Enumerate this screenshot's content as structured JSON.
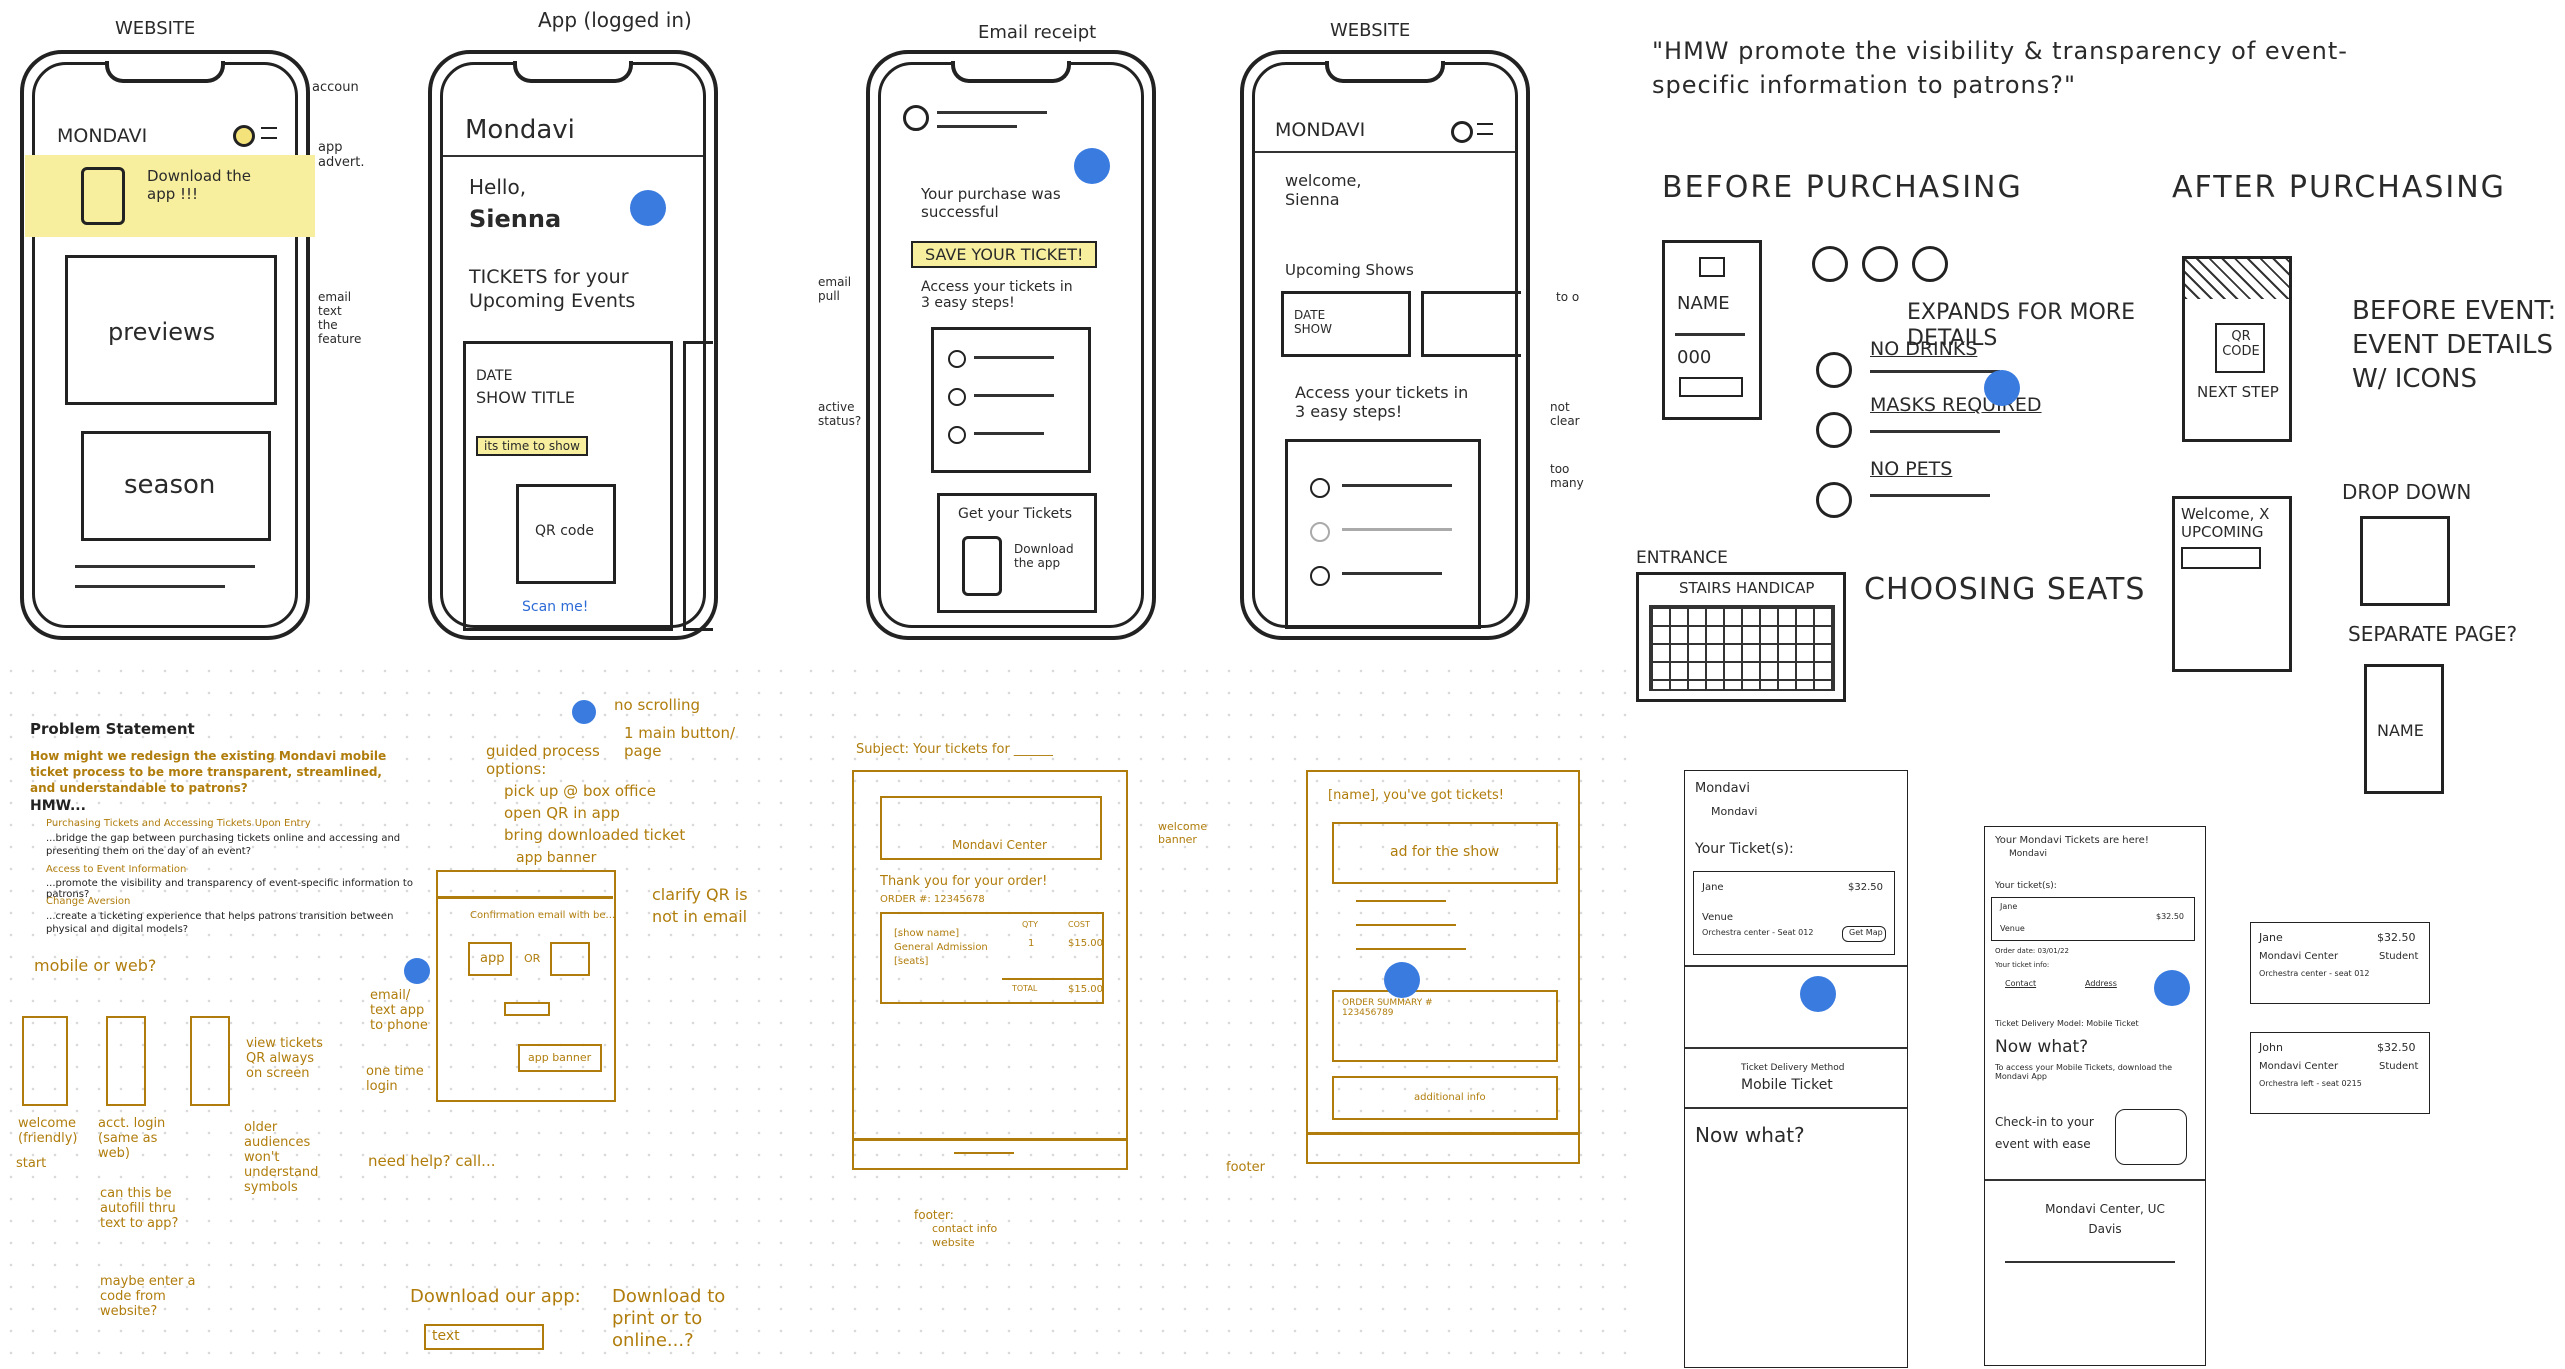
{
  "sketch1": {
    "labels": {
      "website_1": "WEBSITE",
      "app_logged_in": "App (logged in)",
      "email_receipt": "Email receipt",
      "website_2": "WEBSITE"
    },
    "phone1": {
      "logo": "MONDAVI",
      "note_account": "accoun",
      "banner": "Download the app !!!",
      "note_banner": "app advert.",
      "card1": "previews",
      "note_email": "email text the feature",
      "card2": "season"
    },
    "phone2": {
      "logo": "Mondavi",
      "greeting": "Hello,",
      "name": "Sienna",
      "heading": "TICKETS for your Upcoming Events",
      "ticket_date": "DATE",
      "ticket_title": "SHOW TITLE",
      "ticket_tag": "its time to show",
      "qr": "QR code",
      "bottom": "Scan me!"
    },
    "phone3": {
      "message": "Your purchase was successful",
      "highlight": "SAVE YOUR TICKET!",
      "steps": "Access your tickets in 3 easy steps!",
      "note_left": "email pull",
      "note_left2": "active status?",
      "get": "Get your Tickets",
      "download": "Download the app"
    },
    "phone4": {
      "logo": "MONDAVI",
      "welcome": "welcome, Sienna",
      "upcoming": "Upcoming Shows",
      "show_label": "DATE SHOW",
      "steps": "Access your tickets in 3 easy steps!",
      "note_right": "not clear",
      "note_right2": "too many",
      "note_to": "to o"
    }
  },
  "sketch2": {
    "question": "\"HMW promote the visibility & transparency of event-specific information to patrons?\"",
    "before": "BEFORE PURCHASING",
    "after": "AFTER PURCHASING",
    "name_label": "NAME",
    "name_value": "000",
    "expands": "EXPANDS FOR MORE DETAILS",
    "rules": [
      "NO DRINKS",
      "MASKS REQUIRED",
      "NO PETS"
    ],
    "entrance": "ENTRANCE",
    "stairs": "STAIRS HANDICAP",
    "choosing": "CHOOSING SEATS",
    "qr_code": "QR CODE",
    "next_step": "NEXT STEP",
    "before_event": "BEFORE EVENT: EVENT DETAILS W/ ICONS",
    "welcome_upcoming": "Welcome, X UPCOMING",
    "drop_down": "DROP DOWN",
    "separate_page": "SEPARATE PAGE?",
    "name_label2": "NAME"
  },
  "problem": {
    "title": "Problem Statement",
    "question": "How might we redesign the existing Mondavi mobile ticket process to be more transparent, streamlined, and understandable to patrons?",
    "hmw": "HMW...",
    "items": [
      {
        "heading": "Purchasing Tickets and Accessing Tickets Upon Entry",
        "body": "...bridge the gap between purchasing tickets online and accessing and presenting them on the day of an event?"
      },
      {
        "heading": "Access to Event Information",
        "body": "...promote the visibility and transparency of event-specific information to patrons?"
      },
      {
        "heading": "Change Aversion",
        "body": "...create a ticketing experience that helps patrons transition between physical and digital models?"
      }
    ],
    "mobile_or_web": "mobile or web?",
    "flow": {
      "welcome": "welcome (friendly)",
      "start": "start",
      "login": "acct. login (same as web)",
      "view": "view tickets QR always on screen",
      "older": "older audiences won't understand symbols",
      "autofill": "can this be autofill thru text to app?",
      "enter_code": "maybe enter a code from website?"
    }
  },
  "notes": {
    "no_scrolling": "no scrolling",
    "main_button": "1 main button/ page",
    "guided": "guided process options:",
    "options": [
      "pick up @ box office",
      "open QR in app",
      "bring downloaded ticket"
    ],
    "app_banner": "app banner",
    "clarify": "clarify QR is not in email",
    "confirm_email": "Confirmation email with be...",
    "app": "app",
    "or": "OR",
    "app_banner2": "app banner",
    "email_text": "email/ text app to phone",
    "one_time": "one time login",
    "need_help": "need help? call...",
    "download_app": "Download our app:",
    "text_field": "text",
    "download_print": "Download to print or to online...?"
  },
  "email1": {
    "subject": "Subject: Your tickets for ______",
    "center": "Mondavi Center",
    "welcome_banner": "welcome banner",
    "thanks": "Thank you for your order!",
    "order": "ORDER #: 12345678",
    "show": "[show name]",
    "admission": "General Admission",
    "seats": "[seats]",
    "qty": "QTY",
    "cost": "COST",
    "qty_val": "1",
    "cost_val": "$15.00",
    "total": "TOTAL",
    "total_val": "$15.00",
    "footer": "footer:",
    "footer_items": [
      "contact info",
      "website"
    ]
  },
  "email2": {
    "heading": "[name], you've got tickets!",
    "ad": "ad for the show",
    "summary": "ORDER SUMMARY # 123456789",
    "additional": "additional info",
    "footer": "footer"
  },
  "phone5": {
    "brand": "Mondavi",
    "from": "Mondavi",
    "title": "Your Ticket(s):",
    "name": "Jane",
    "price": "$32.50",
    "venue": "Venue",
    "seat": "Orchestra center - Seat 012",
    "btn": "Get Map",
    "delivery_label": "Ticket Delivery Method",
    "delivery": "Mobile Ticket",
    "now_what": "Now what?"
  },
  "phone6": {
    "heading": "Your Mondavi Tickets are here!",
    "from": "Mondavi",
    "title": "Your ticket(s):",
    "name": "Jane",
    "price": "$32.50",
    "venue": "Venue",
    "order_date": "Order date: 03/01/22",
    "your_info": "Your ticket info:",
    "contact": "Contact",
    "address": "Address",
    "delivery": "Ticket Delivery Model: Mobile Ticket",
    "now_what": "Now what?",
    "instructions": "To access your Mobile Tickets, download the Mondavi App",
    "checkin": "Check-in to your event with ease",
    "signoff": "Mondavi Center, UC Davis",
    "callout1": {
      "name": "Jane",
      "price": "$32.50",
      "venue": "Mondavi Center",
      "seat": "Orchestra center - seat 012",
      "type": "Student"
    },
    "callout2": {
      "name": "John",
      "price": "$32.50",
      "venue": "Mondavi Center",
      "seat": "Orchestra left - seat 0215",
      "type": "Student"
    }
  }
}
